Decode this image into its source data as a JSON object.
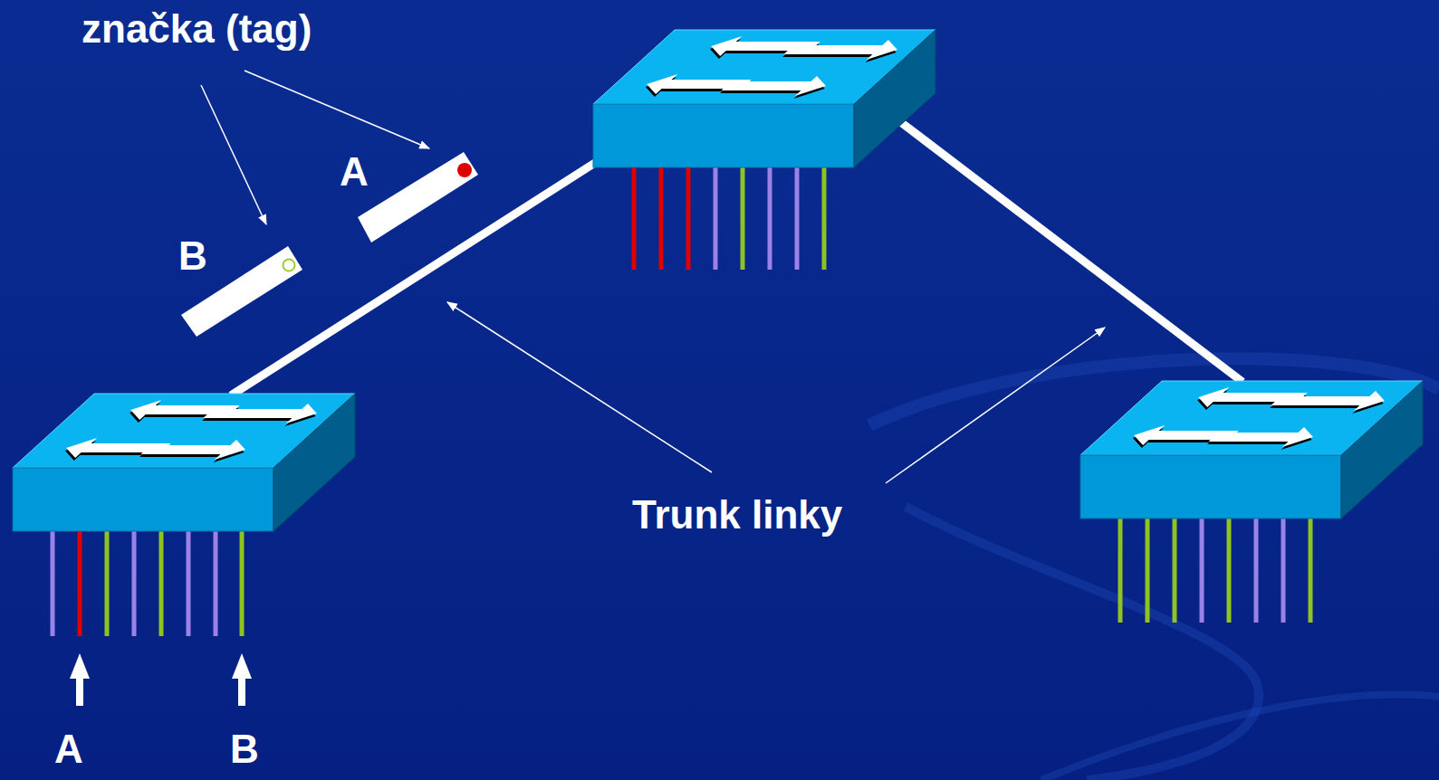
{
  "diagram": {
    "nodes": [
      {
        "text": [
          "A"
        ]
      },
      {
        "text": [
          "B"
        ]
      }
    ],
    "labels": [
      "značka (tag)",
      "Trunk linky",
      "A",
      "B"
    ]
  }
}
